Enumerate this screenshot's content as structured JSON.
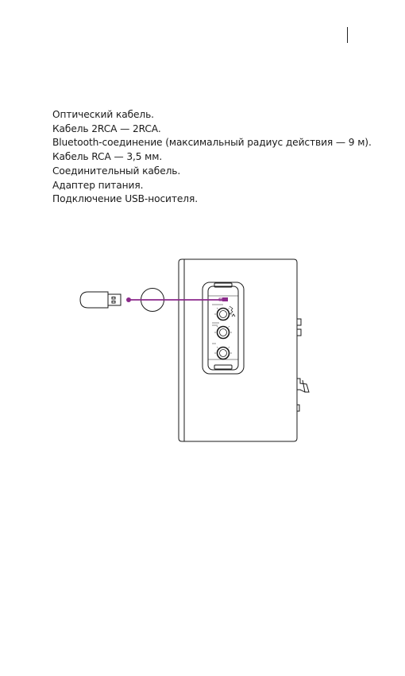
{
  "content": {
    "items": [
      "Оптический кабель.",
      "Кабель 2RCA — 2RCA.",
      "Bluetooth-соединение (максимальный радиус действия — 9 м).",
      "Кабель RCA — 3,5 мм.",
      "Соединительный кабель.",
      "Адаптер питания.",
      "Подключение USB-носителя."
    ]
  },
  "figure": {
    "accent_color": "#8b2a8b",
    "icons": [
      "usb-flash-drive-icon",
      "speaker-rear-panel-icon"
    ]
  }
}
